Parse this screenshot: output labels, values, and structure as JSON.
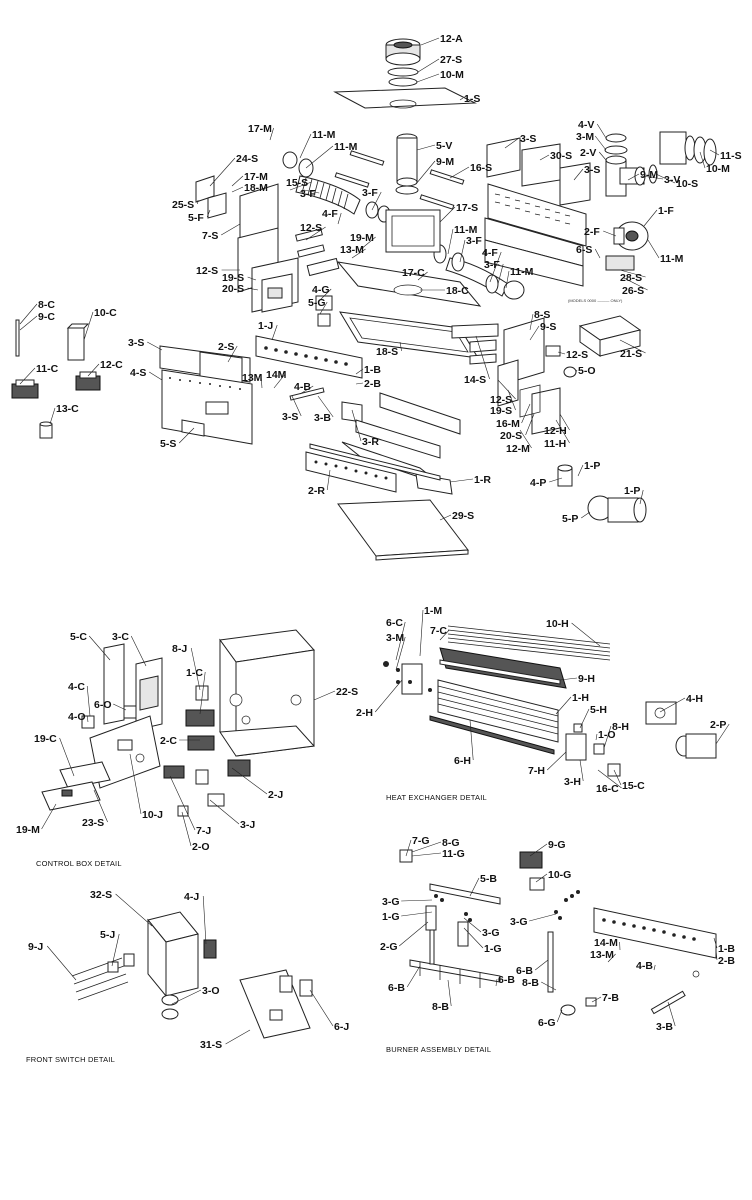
{
  "diagram": {
    "labels": [
      "12-A",
      "27-S",
      "10-M",
      "1-S",
      "17-M",
      "11-M",
      "4-V",
      "3-M",
      "2-V",
      "9-M",
      "3-V",
      "10-S",
      "10-M",
      "11-S",
      "3-S",
      "30-S",
      "3-S",
      "24-S",
      "17-M",
      "18-M",
      "15-S",
      "11-M",
      "5-V",
      "9-M",
      "16-S",
      "25-S",
      "5-F",
      "7-S",
      "3-F",
      "3-F",
      "4-F",
      "17-S",
      "2-F",
      "6-S",
      "1-F",
      "11-M",
      "12-S",
      "19-M",
      "13-M",
      "11-M",
      "3-F",
      "4-F",
      "3-F",
      "11-M",
      "12-S",
      "19-S",
      "20-S",
      "17-C",
      "18-C",
      "28-S",
      "26-S",
      "8-C",
      "9-C",
      "10-C",
      "4-G",
      "5-G",
      "1-J",
      "8-S",
      "9-S",
      "21-S",
      "3-S",
      "2-S",
      "11-C",
      "12-C",
      "4-S",
      "13M",
      "14M",
      "1-B",
      "2-B",
      "4-B",
      "18-S",
      "12-S",
      "5-O",
      "14-S",
      "12-S",
      "13-C",
      "3-S",
      "3-B",
      "19-S",
      "16-M",
      "20-S",
      "12-H",
      "11-H",
      "12-M",
      "5-S",
      "3-R",
      "1-R",
      "2-R",
      "1-P",
      "4-P",
      "1-P",
      "29-S",
      "5-P",
      "5-C",
      "3-C",
      "8-J",
      "22-S",
      "1-C",
      "4-C",
      "6-O",
      "4-O",
      "2-C",
      "19-C",
      "23-S",
      "10-J",
      "7-J",
      "2-J",
      "3-J",
      "19-M",
      "2-O",
      "6-C",
      "1-M",
      "3-M",
      "7-C",
      "10-H",
      "9-H",
      "2-H",
      "1-H",
      "5-H",
      "1-O",
      "8-H",
      "4-H",
      "2-P",
      "6-H",
      "7-H",
      "3-H",
      "16-C",
      "15-C",
      "32-S",
      "4-J",
      "9-J",
      "5-J",
      "3-O",
      "6-J",
      "31-S",
      "7-G",
      "8-G",
      "11-G",
      "9-G",
      "10-G",
      "5-B",
      "3-G",
      "1-G",
      "3-G",
      "1-G",
      "2-G",
      "3-G",
      "14-M",
      "13-M",
      "1-B",
      "2-B",
      "4-B",
      "6-B",
      "8-B",
      "7-B",
      "6-B",
      "8-B",
      "6-G",
      "3-B",
      "6-B"
    ],
    "captions": {
      "control_box": "CONTROL BOX DETAIL",
      "heat_exchanger": "HEAT EXCHANGER DETAIL",
      "front_switch": "FRONT SWITCH DETAIL",
      "burner_assembly": "BURNER ASSEMBLY DETAIL"
    },
    "fine_print": "(MODELS 0000 ——— ONLY)"
  }
}
